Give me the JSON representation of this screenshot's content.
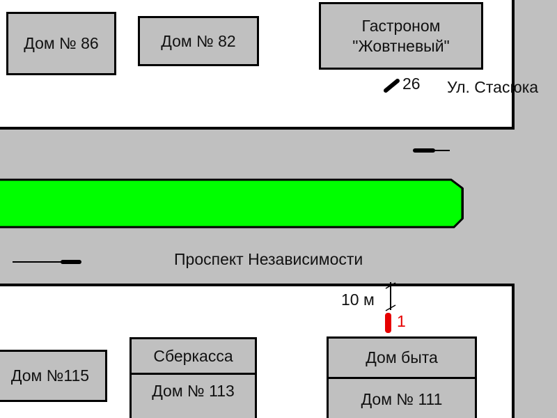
{
  "map": {
    "buildings": {
      "house_86": "Дом № 86",
      "house_82": "Дом № 82",
      "gastronom_line1": "Гастроном",
      "gastronom_line2": "\"Жовтневый\"",
      "house_115": "Дом №115",
      "sberkassa": "Сберкасса",
      "house_113": "Дом № 113",
      "dom_byta": "Дом быта",
      "house_111": "Дом № 111"
    },
    "streets": {
      "stasyuka": "Ул. Стасюка",
      "prospekt": "Проспект Независимости"
    },
    "markers": {
      "stop_26": "26",
      "stop_1": "1",
      "distance": "10 м"
    },
    "colors": {
      "road": "#c0c0c0",
      "block": "#ffffff",
      "median": "#00ff00",
      "stop_1": "#e60000",
      "outline": "#000000"
    }
  }
}
